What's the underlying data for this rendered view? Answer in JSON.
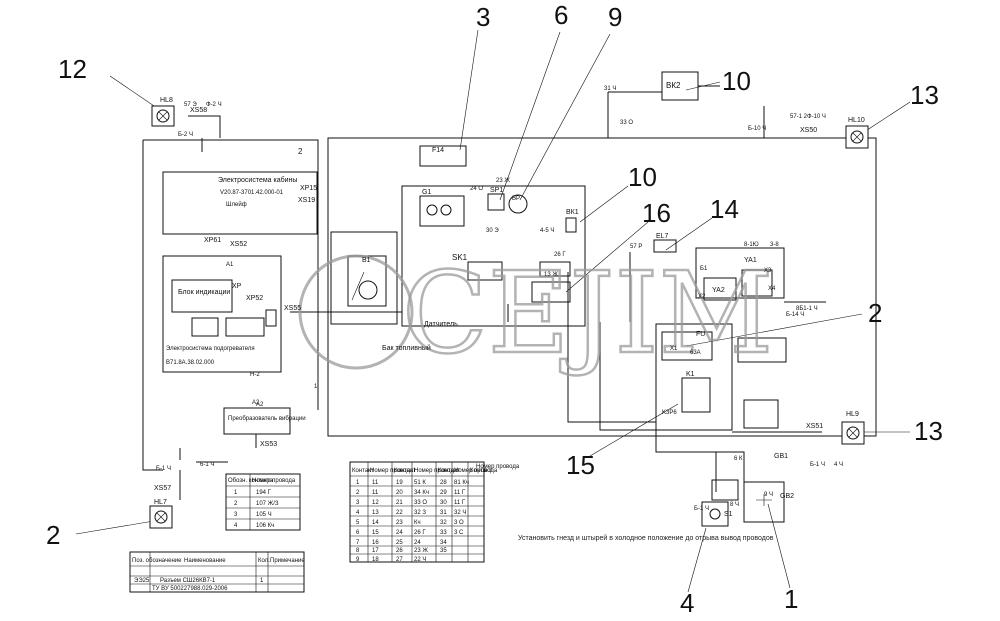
{
  "callouts": [
    "12",
    "3",
    "6",
    "9",
    "10",
    "13",
    "10",
    "16",
    "14",
    "2",
    "15",
    "2",
    "13",
    "4",
    "1"
  ],
  "components": {
    "hl8": "HL8",
    "xs58": "XS58",
    "hl10": "HL10",
    "xs50": "XS50",
    "bk2": "ВК2",
    "f14": "F14",
    "g1": "G1",
    "sp1": "SP1",
    "bp": "BP",
    "bk1": "ВК1",
    "sk1": "SK1",
    "b1": "B1",
    "el7": "EL7",
    "ya2": "YA2",
    "ya1": "YA1",
    "x2": "X2",
    "x3": "X3",
    "x4": "X4",
    "x1": "X1",
    "fu": "FU",
    "fu_val": "63A",
    "k1": "K1",
    "k3p6": "K3P6",
    "hl9": "HL9",
    "xs51": "XS51",
    "xs52": "XS52",
    "xs55": "XS55",
    "xs53": "XS53",
    "xs57": "XS57",
    "hl7": "HL7",
    "xp15": "XP15",
    "xs19": "XS19",
    "xp61": "XP61",
    "xp52": "XP52",
    "xp": "XP",
    "gb1": "GB1",
    "gb2": "GB2",
    "s1": "S1",
    "a1": "A1",
    "a2": "A2"
  },
  "wire_labels": {
    "w1": "57 Э",
    "w2": "Ф-2 Ч",
    "w3": "Б-2 Ч",
    "w4": "31 Ч",
    "w5": "33 О",
    "w6": "Б-10 Ч",
    "w7": "57-1 2Ф-10 Ч",
    "w8": "24 О",
    "w9": "23 Ж",
    "w10": "30 Э",
    "w11": "4-5 Ч",
    "w12": "26 Г",
    "w13": "13 Ж",
    "w14": "57 Р",
    "w15": "6 К",
    "w16": "8 Ч",
    "w17": "Б-1 Ч",
    "w18": "9 Ч",
    "w19": "Н-2",
    "w20": "Б-1 Ч",
    "w21": "Б-14 Ч",
    "w22": "Б1",
    "w23": "8-1Ю",
    "w24": "3-8",
    "w25": "8Б1-1 Ч",
    "w26": "Б-1 Ч",
    "w27": "4 Ч",
    "w28": "6-1 Ч",
    "w29": "2",
    "w30": "1"
  },
  "blocks": {
    "cab_title": "Электросистема кабины",
    "cab_code": "V20.87-3701.42.000-01",
    "cab_sub": "Шлейф",
    "ind_title": "Блок индикации",
    "mod_title": "Электросистема подогревателя",
    "mod_code": "В71.8А.38.02.000",
    "tank": "Бак топливный",
    "sensor": "Датчитель",
    "conv_ref": "А2",
    "conv": "Преобразователь вибрации"
  },
  "note": "Установить гнезд и штырей в холодное положение до отрыва вывод проводов",
  "small_table": {
    "headers": [
      "Обозн. контакта",
      "Номер провода"
    ],
    "rows": [
      [
        "1",
        "194 Г"
      ],
      [
        "2",
        "107 Ж/З"
      ],
      [
        "3",
        "105 Ч"
      ],
      [
        "4",
        "106 Кч"
      ]
    ]
  },
  "big_table": {
    "headers": [
      "Контакт",
      "Номер провода",
      "Контакт",
      "Номер провода",
      "Контакт",
      "Номер провода",
      "Контакт",
      "Номер провода"
    ],
    "rows": [
      [
        "1",
        "11",
        "19",
        "51 К",
        "28",
        "81 Кч"
      ],
      [
        "2",
        "11",
        "20",
        "34 Кч",
        "29",
        "11 Г"
      ],
      [
        "3",
        "12",
        "21",
        "33 О",
        "30",
        "11 Г"
      ],
      [
        "4",
        "13",
        "22",
        "32 З",
        "31",
        "32 Ч"
      ],
      [
        "5",
        "14",
        "23",
        "Кч",
        "32",
        "3 О"
      ],
      [
        "6",
        "15",
        "24",
        "26 Г",
        "33",
        "3 С"
      ],
      [
        "7",
        "16",
        "25",
        "24",
        "34",
        ""
      ],
      [
        "8",
        "17",
        "26",
        "23 Ж",
        "35",
        ""
      ],
      [
        "9",
        "18",
        "27",
        "22 Ч",
        "",
        ""
      ]
    ]
  },
  "title_block": {
    "headers": [
      "Поз. обозначение",
      "Наименование",
      "Кол.",
      "Примечание"
    ],
    "rows": [
      [
        "ЭЭ25",
        "Разъем СШ26КВ7-1",
        "1",
        ""
      ],
      [
        "",
        "ТУ ВУ 500227988.029-2006",
        "",
        ""
      ]
    ]
  },
  "watermark": "CEJIM"
}
